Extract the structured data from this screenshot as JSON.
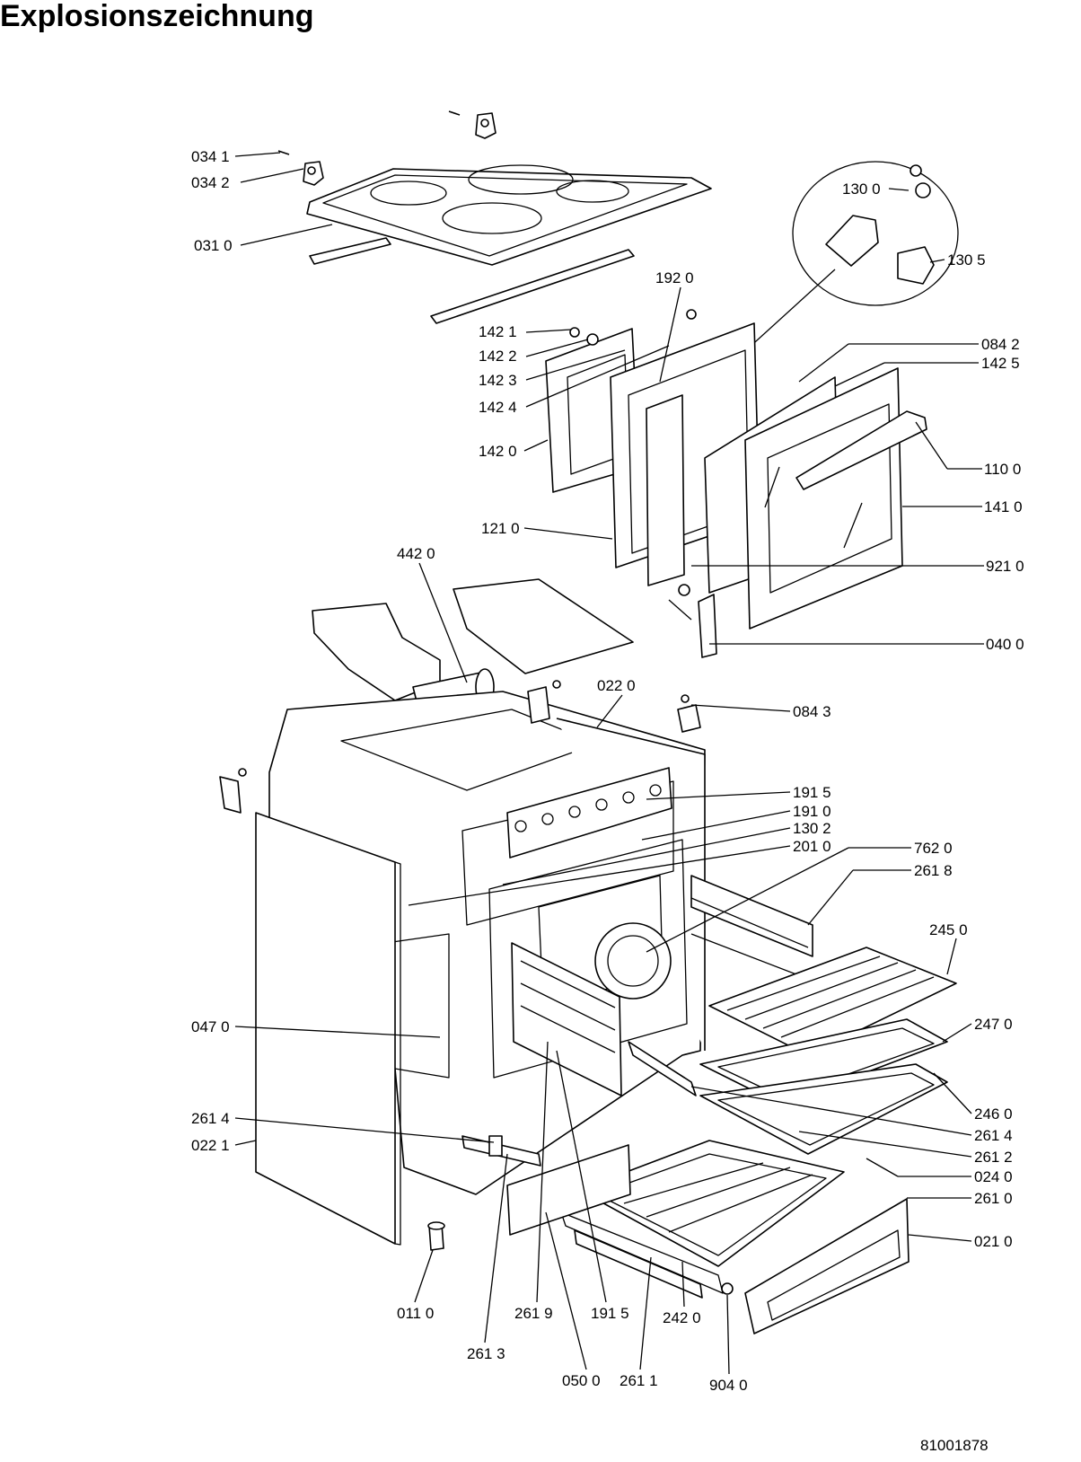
{
  "title": "Explosionszeichnung",
  "document_number": "81001878",
  "labels": [
    {
      "id": "l0341",
      "text": "034 1"
    },
    {
      "id": "l0342",
      "text": "034 2"
    },
    {
      "id": "l0310",
      "text": "031 0"
    },
    {
      "id": "l1300",
      "text": "130 0"
    },
    {
      "id": "l1305",
      "text": "130 5"
    },
    {
      "id": "l1920",
      "text": "192 0"
    },
    {
      "id": "l1421",
      "text": "142 1"
    },
    {
      "id": "l1422",
      "text": "142 2"
    },
    {
      "id": "l1423",
      "text": "142 3"
    },
    {
      "id": "l1424",
      "text": "142 4"
    },
    {
      "id": "l1420",
      "text": "142 0"
    },
    {
      "id": "l0842",
      "text": "084 2"
    },
    {
      "id": "l1425",
      "text": "142 5"
    },
    {
      "id": "l1100",
      "text": "110 0"
    },
    {
      "id": "l1410",
      "text": "141 0"
    },
    {
      "id": "l1210",
      "text": "121 0"
    },
    {
      "id": "l9210",
      "text": "921 0"
    },
    {
      "id": "l4420",
      "text": "442 0"
    },
    {
      "id": "l0400",
      "text": "040 0"
    },
    {
      "id": "l0220",
      "text": "022 0"
    },
    {
      "id": "l0843",
      "text": "084 3"
    },
    {
      "id": "l1915a",
      "text": "191 5"
    },
    {
      "id": "l1910",
      "text": "191 0"
    },
    {
      "id": "l1302",
      "text": "130 2"
    },
    {
      "id": "l2010",
      "text": "201 0"
    },
    {
      "id": "l7620",
      "text": "762 0"
    },
    {
      "id": "l2618",
      "text": "261 8"
    },
    {
      "id": "l2450",
      "text": "245 0"
    },
    {
      "id": "l0470",
      "text": "047 0"
    },
    {
      "id": "l2470",
      "text": "247 0"
    },
    {
      "id": "l2460",
      "text": "246 0"
    },
    {
      "id": "l2614a",
      "text": "261 4"
    },
    {
      "id": "l2614b",
      "text": "261 4"
    },
    {
      "id": "l0221",
      "text": "022 1"
    },
    {
      "id": "l2612",
      "text": "261 2"
    },
    {
      "id": "l0240",
      "text": "024 0"
    },
    {
      "id": "l2610",
      "text": "261 0"
    },
    {
      "id": "l0210",
      "text": "021 0"
    },
    {
      "id": "l0110",
      "text": "011 0"
    },
    {
      "id": "l2619",
      "text": "261 9"
    },
    {
      "id": "l1915b",
      "text": "191 5"
    },
    {
      "id": "l2420",
      "text": "242 0"
    },
    {
      "id": "l2613",
      "text": "261 3"
    },
    {
      "id": "l0500",
      "text": "050 0"
    },
    {
      "id": "l2611",
      "text": "261 1"
    },
    {
      "id": "l9040",
      "text": "904 0"
    }
  ]
}
